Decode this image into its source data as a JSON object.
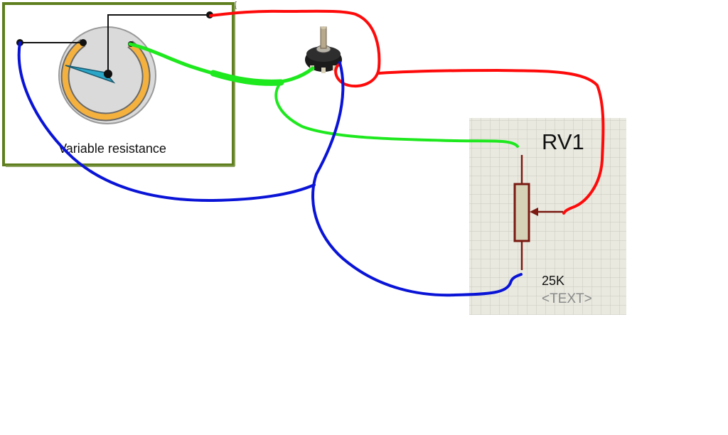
{
  "left_panel": {
    "caption": "Variable resistance"
  },
  "schematic": {
    "designator": "RV1",
    "value": "25K",
    "text_field": "<TEXT>"
  },
  "corner_mark": "[",
  "colors": {
    "panel_border": "#5f7f1f",
    "panel_fill": "#ffffff",
    "knob_fill": "#dadada",
    "track": "#f5b13d",
    "pointer": "#2aa6c8",
    "grid_bg": "#e9e9e0",
    "grid_line": "#c9c9bf",
    "resistor_stroke": "#7a1a12",
    "resistor_fill": "#d6d2b8",
    "wire_red": "#ff0a0a",
    "wire_green": "#1ee81e",
    "wire_blue": "#0a14d6",
    "ghost_text": "#8a8a8a"
  }
}
